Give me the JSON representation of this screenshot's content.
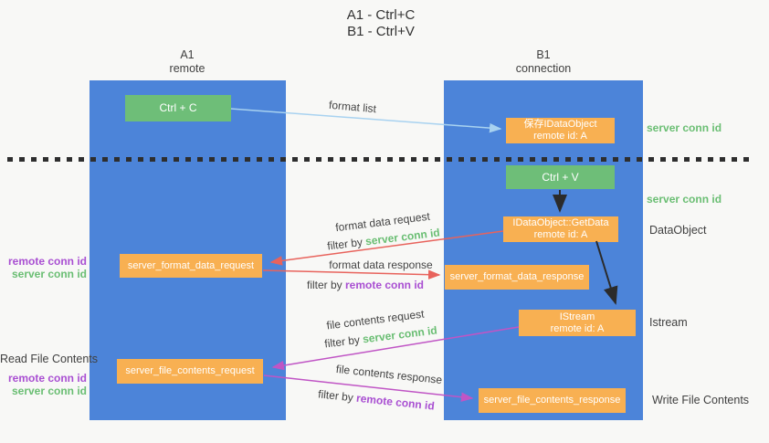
{
  "title": {
    "line1": "A1 - Ctrl+C",
    "line2": "B1 - Ctrl+V"
  },
  "columns": {
    "left": {
      "name": "A1",
      "subtitle": "remote"
    },
    "right": {
      "name": "B1",
      "subtitle": "connection"
    }
  },
  "nodes": {
    "ctrl_c": {
      "label": "Ctrl + C"
    },
    "save_dataobject": {
      "line1": "保存IDataObject",
      "line2": "remote id: A"
    },
    "ctrl_v": {
      "label": "Ctrl + V"
    },
    "getdata": {
      "line1": "IDataObject::GetData",
      "line2": "remote id: A"
    },
    "istream": {
      "line1": "IStream",
      "line2": "remote id: A"
    },
    "server_format_data_request": {
      "label": "server_format_data_request"
    },
    "server_format_data_response": {
      "label": "server_format_data_response"
    },
    "server_file_contents_request": {
      "label": "server_file_contents_request"
    },
    "server_file_contents_response": {
      "label": "server_file_contents_response"
    }
  },
  "right_labels": {
    "server_conn_id_top": "server conn id",
    "server_conn_id_mid": "server conn id",
    "dataobject": "DataObject",
    "istream": "Istream",
    "write_file_contents": "Write File Contents"
  },
  "left_labels": {
    "format_block": {
      "remote": "remote conn id",
      "server": "server conn id"
    },
    "read_file_contents": "Read File Contents",
    "file_block": {
      "remote": "remote conn id",
      "server": "server conn id"
    }
  },
  "arrow_labels": {
    "format_list": "format list",
    "format_data_request": "format data request",
    "filter_by_server_1": {
      "prefix": "filter by ",
      "highlight": "server conn id"
    },
    "format_data_response": "format data response",
    "filter_by_remote_1": {
      "prefix": "filter by ",
      "highlight": "remote conn id"
    },
    "file_contents_request": "file contents request",
    "filter_by_server_2": {
      "prefix": "filter by ",
      "highlight": "server conn id"
    },
    "file_contents_response": "file contents response",
    "filter_by_remote_2": {
      "prefix": "filter by ",
      "highlight": "remote conn id"
    }
  },
  "colors": {
    "column_blue": "#4c84d9",
    "node_green": "#6ebe78",
    "node_orange": "#f8b052",
    "arrow_red": "#e8635c",
    "arrow_magenta": "#c055c5",
    "arrow_light_blue": "#a8d2f0",
    "arrow_black": "#2b2b2b",
    "text_green": "#6abe73",
    "text_purple": "#a94fd2",
    "text_dark": "#3f3f3f"
  }
}
